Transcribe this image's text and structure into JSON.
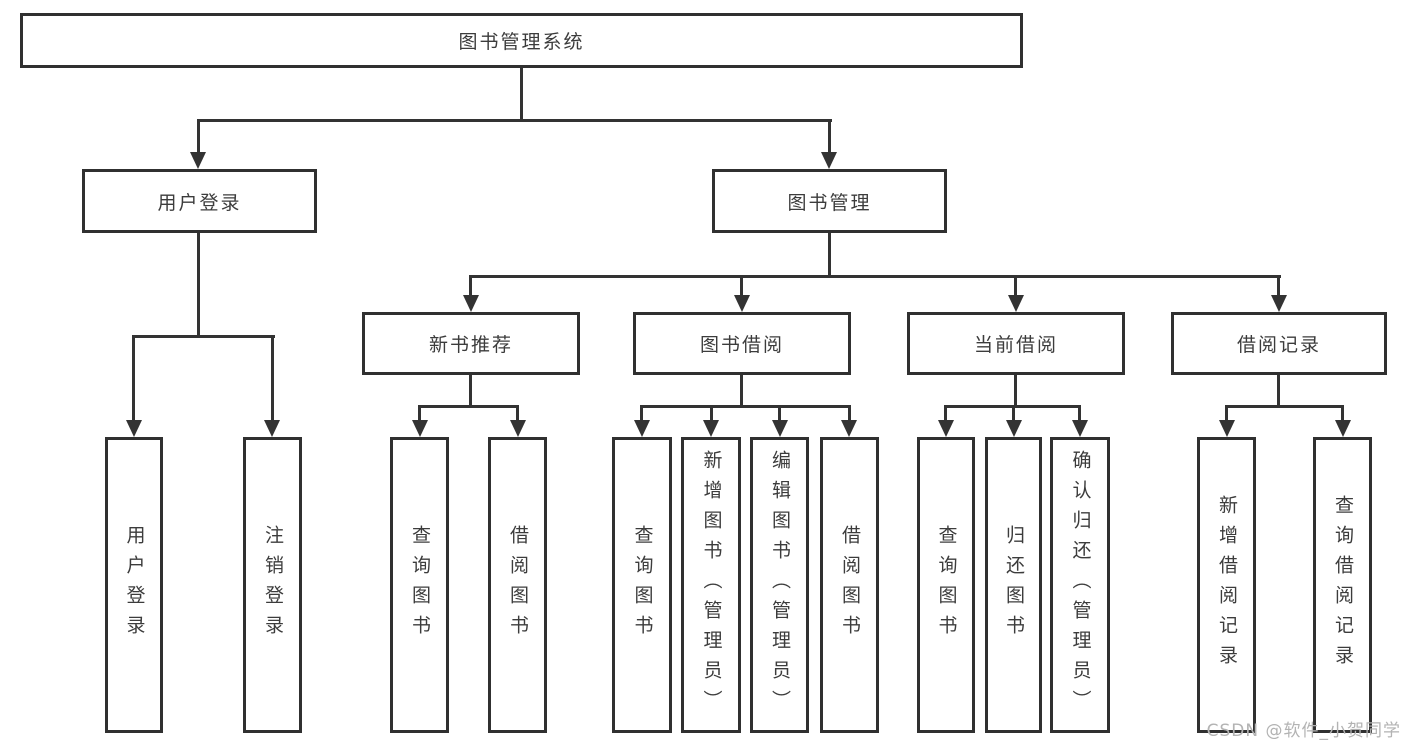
{
  "diagram": {
    "root": {
      "label": "图书管理系统"
    },
    "level2": [
      {
        "label": "用户登录"
      },
      {
        "label": "图书管理"
      }
    ],
    "level3": [
      {
        "label": "新书推荐"
      },
      {
        "label": "图书借阅"
      },
      {
        "label": "当前借阅"
      },
      {
        "label": "借阅记录"
      }
    ],
    "leaves": {
      "user_login": [
        {
          "label": "用户登录"
        },
        {
          "label": "注销登录"
        }
      ],
      "new_book": [
        {
          "label": "查询图书"
        },
        {
          "label": "借阅图书"
        }
      ],
      "book_borrow": [
        {
          "label": "查询图书"
        },
        {
          "label": "新增图书（管理员）"
        },
        {
          "label": "编辑图书（管理员）"
        },
        {
          "label": "借阅图书"
        }
      ],
      "current_borrow": [
        {
          "label": "查询图书"
        },
        {
          "label": "归还图书"
        },
        {
          "label": "确认归还（管理员）"
        }
      ],
      "borrow_record": [
        {
          "label": "新增借阅记录"
        },
        {
          "label": "查询借阅记录"
        }
      ]
    }
  },
  "watermark": {
    "text": "CSDN @软件_小贺同学"
  },
  "colors": {
    "line": "#333333",
    "border": "#303030",
    "text": "#3c3c3c",
    "background": "#ffffff",
    "watermark": "#b3b3b3"
  }
}
